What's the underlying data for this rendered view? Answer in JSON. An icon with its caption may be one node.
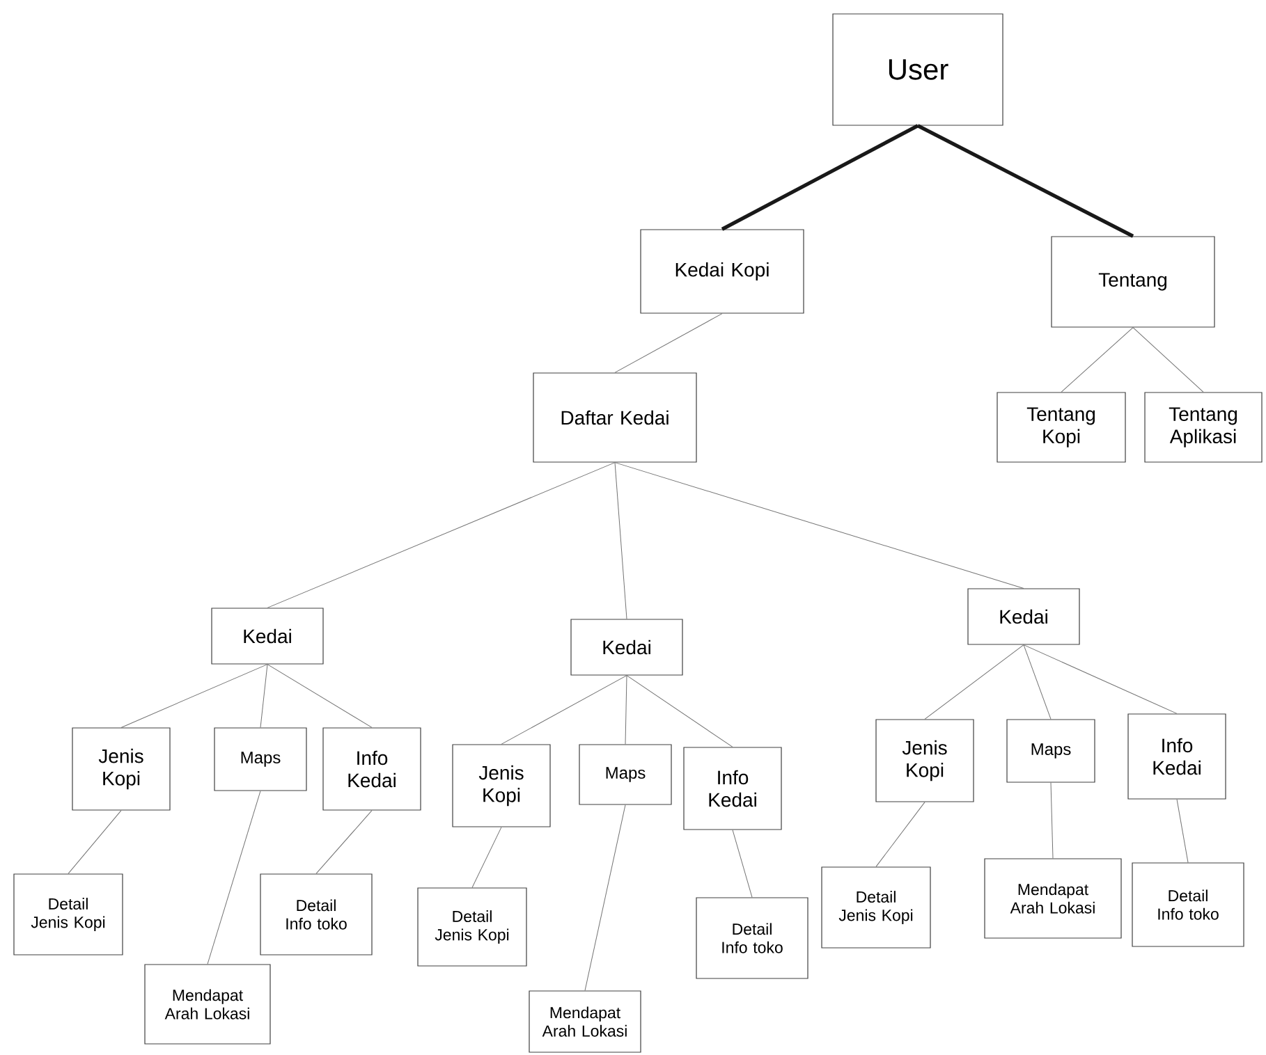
{
  "diagram": {
    "nodes": [
      {
        "text": [
          "User"
        ]
      },
      {
        "text": [
          "Kedai Kopi"
        ]
      },
      {
        "text": [
          "Tentang"
        ]
      },
      {
        "text": [
          "Tentang Kopi"
        ]
      },
      {
        "text": [
          "Tentang Aplikasi"
        ]
      },
      {
        "text": [
          "Daftar Kedai"
        ]
      },
      {
        "text": [
          "Kedai"
        ]
      },
      {
        "text": [
          "Kedai"
        ]
      },
      {
        "text": [
          "Kedai"
        ]
      },
      {
        "text": [
          "Jenis Kopi"
        ]
      },
      {
        "text": [
          "Maps"
        ]
      },
      {
        "text": [
          "Info Kedai"
        ]
      },
      {
        "text": [
          "Detail Jenis Kopi"
        ]
      },
      {
        "text": [
          "Detail Info toko"
        ]
      },
      {
        "text": [
          "Mendapat Arah Lokasi"
        ]
      },
      {
        "text": [
          "Jenis Kopi"
        ]
      },
      {
        "text": [
          "Maps"
        ]
      },
      {
        "text": [
          "Info Kedai"
        ]
      },
      {
        "text": [
          "Detail Jenis Kopi"
        ]
      },
      {
        "text": [
          "Detail Info toko"
        ]
      },
      {
        "text": [
          "Mendapat Arah Lokasi"
        ]
      },
      {
        "text": [
          "Jenis Kopi"
        ]
      },
      {
        "text": [
          "Maps"
        ]
      },
      {
        "text": [
          "Info Kedai"
        ]
      },
      {
        "text": [
          "Detail Jenis Kopi"
        ]
      },
      {
        "text": [
          "Mendapat Arah Lokasi"
        ]
      },
      {
        "text": [
          "Detail Info toko"
        ]
      }
    ],
    "edges": [
      {
        "from": 0,
        "to": 1,
        "arrow": "none",
        "style": "thick"
      },
      {
        "from": 0,
        "to": 2,
        "arrow": "none",
        "style": "thick"
      },
      {
        "from": 1,
        "to": 5,
        "arrow": "none"
      },
      {
        "from": 2,
        "to": 3,
        "arrow": "none"
      },
      {
        "from": 2,
        "to": 4,
        "arrow": "none"
      },
      {
        "from": 5,
        "to": 6,
        "arrow": "none"
      },
      {
        "from": 5,
        "to": 7,
        "arrow": "none"
      },
      {
        "from": 5,
        "to": 8,
        "arrow": "none"
      },
      {
        "from": 6,
        "to": 9,
        "arrow": "none"
      },
      {
        "from": 6,
        "to": 10,
        "arrow": "none"
      },
      {
        "from": 6,
        "to": 11,
        "arrow": "none"
      },
      {
        "from": 9,
        "to": 12,
        "arrow": "none"
      },
      {
        "from": 10,
        "to": 14,
        "arrow": "none"
      },
      {
        "from": 11,
        "to": 13,
        "arrow": "none"
      },
      {
        "from": 7,
        "to": 15,
        "arrow": "none"
      },
      {
        "from": 7,
        "to": 16,
        "arrow": "none"
      },
      {
        "from": 7,
        "to": 17,
        "arrow": "none"
      },
      {
        "from": 15,
        "to": 18,
        "arrow": "none"
      },
      {
        "from": 16,
        "to": 20,
        "arrow": "none"
      },
      {
        "from": 17,
        "to": 19,
        "arrow": "none"
      },
      {
        "from": 8,
        "to": 21,
        "arrow": "none"
      },
      {
        "from": 8,
        "to": 22,
        "arrow": "none"
      },
      {
        "from": 8,
        "to": 23,
        "arrow": "none"
      },
      {
        "from": 21,
        "to": 24,
        "arrow": "none"
      },
      {
        "from": 22,
        "to": 25,
        "arrow": "none"
      },
      {
        "from": 23,
        "to": 26,
        "arrow": "none"
      }
    ]
  }
}
